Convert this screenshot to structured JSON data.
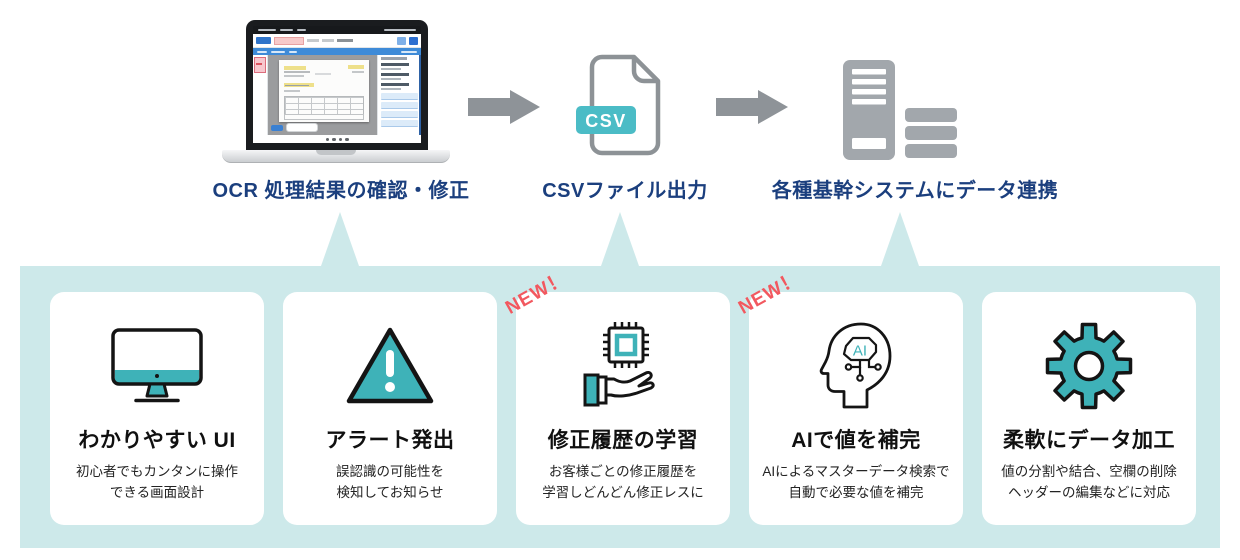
{
  "flow": {
    "steps": [
      {
        "name": "ocr-review",
        "label": "OCR 処理結果の確認・修正"
      },
      {
        "name": "csv-export",
        "label": "CSVファイル出力",
        "file_badge": "CSV"
      },
      {
        "name": "system-integration",
        "label": "各種基幹システムにデータ連携"
      }
    ]
  },
  "features": {
    "cards": [
      {
        "title": "わかりやすい UI",
        "desc1": "初心者でもカンタンに操作",
        "desc2": "できる画面設計"
      },
      {
        "title": "アラート発出",
        "desc1": "誤認識の可能性を",
        "desc2": "検知してお知らせ"
      },
      {
        "title": "修正履歴の学習",
        "badge": "NEW！",
        "desc1": "お客様ごとの修正履歴を",
        "desc2": "学習しどんどん修正レスに"
      },
      {
        "title": "AIで値を補完",
        "badge": "NEW！",
        "icon_label": "AI",
        "desc1": "AIによるマスターデータ検索で",
        "desc2": "自動で必要な値を補完"
      },
      {
        "title": "柔軟にデータ加工",
        "desc1": "値の分割や結合、空欄の削除",
        "desc2": "ヘッダーの編集などに対応"
      }
    ]
  },
  "colors": {
    "accent_teal": "#3eb2b8",
    "csv_badge_teal": "#4bbcc6",
    "band_teal": "#cde9ea",
    "label_navy": "#1b3f7e",
    "new_red": "#f2585f",
    "icon_gray": "#8e9398"
  }
}
